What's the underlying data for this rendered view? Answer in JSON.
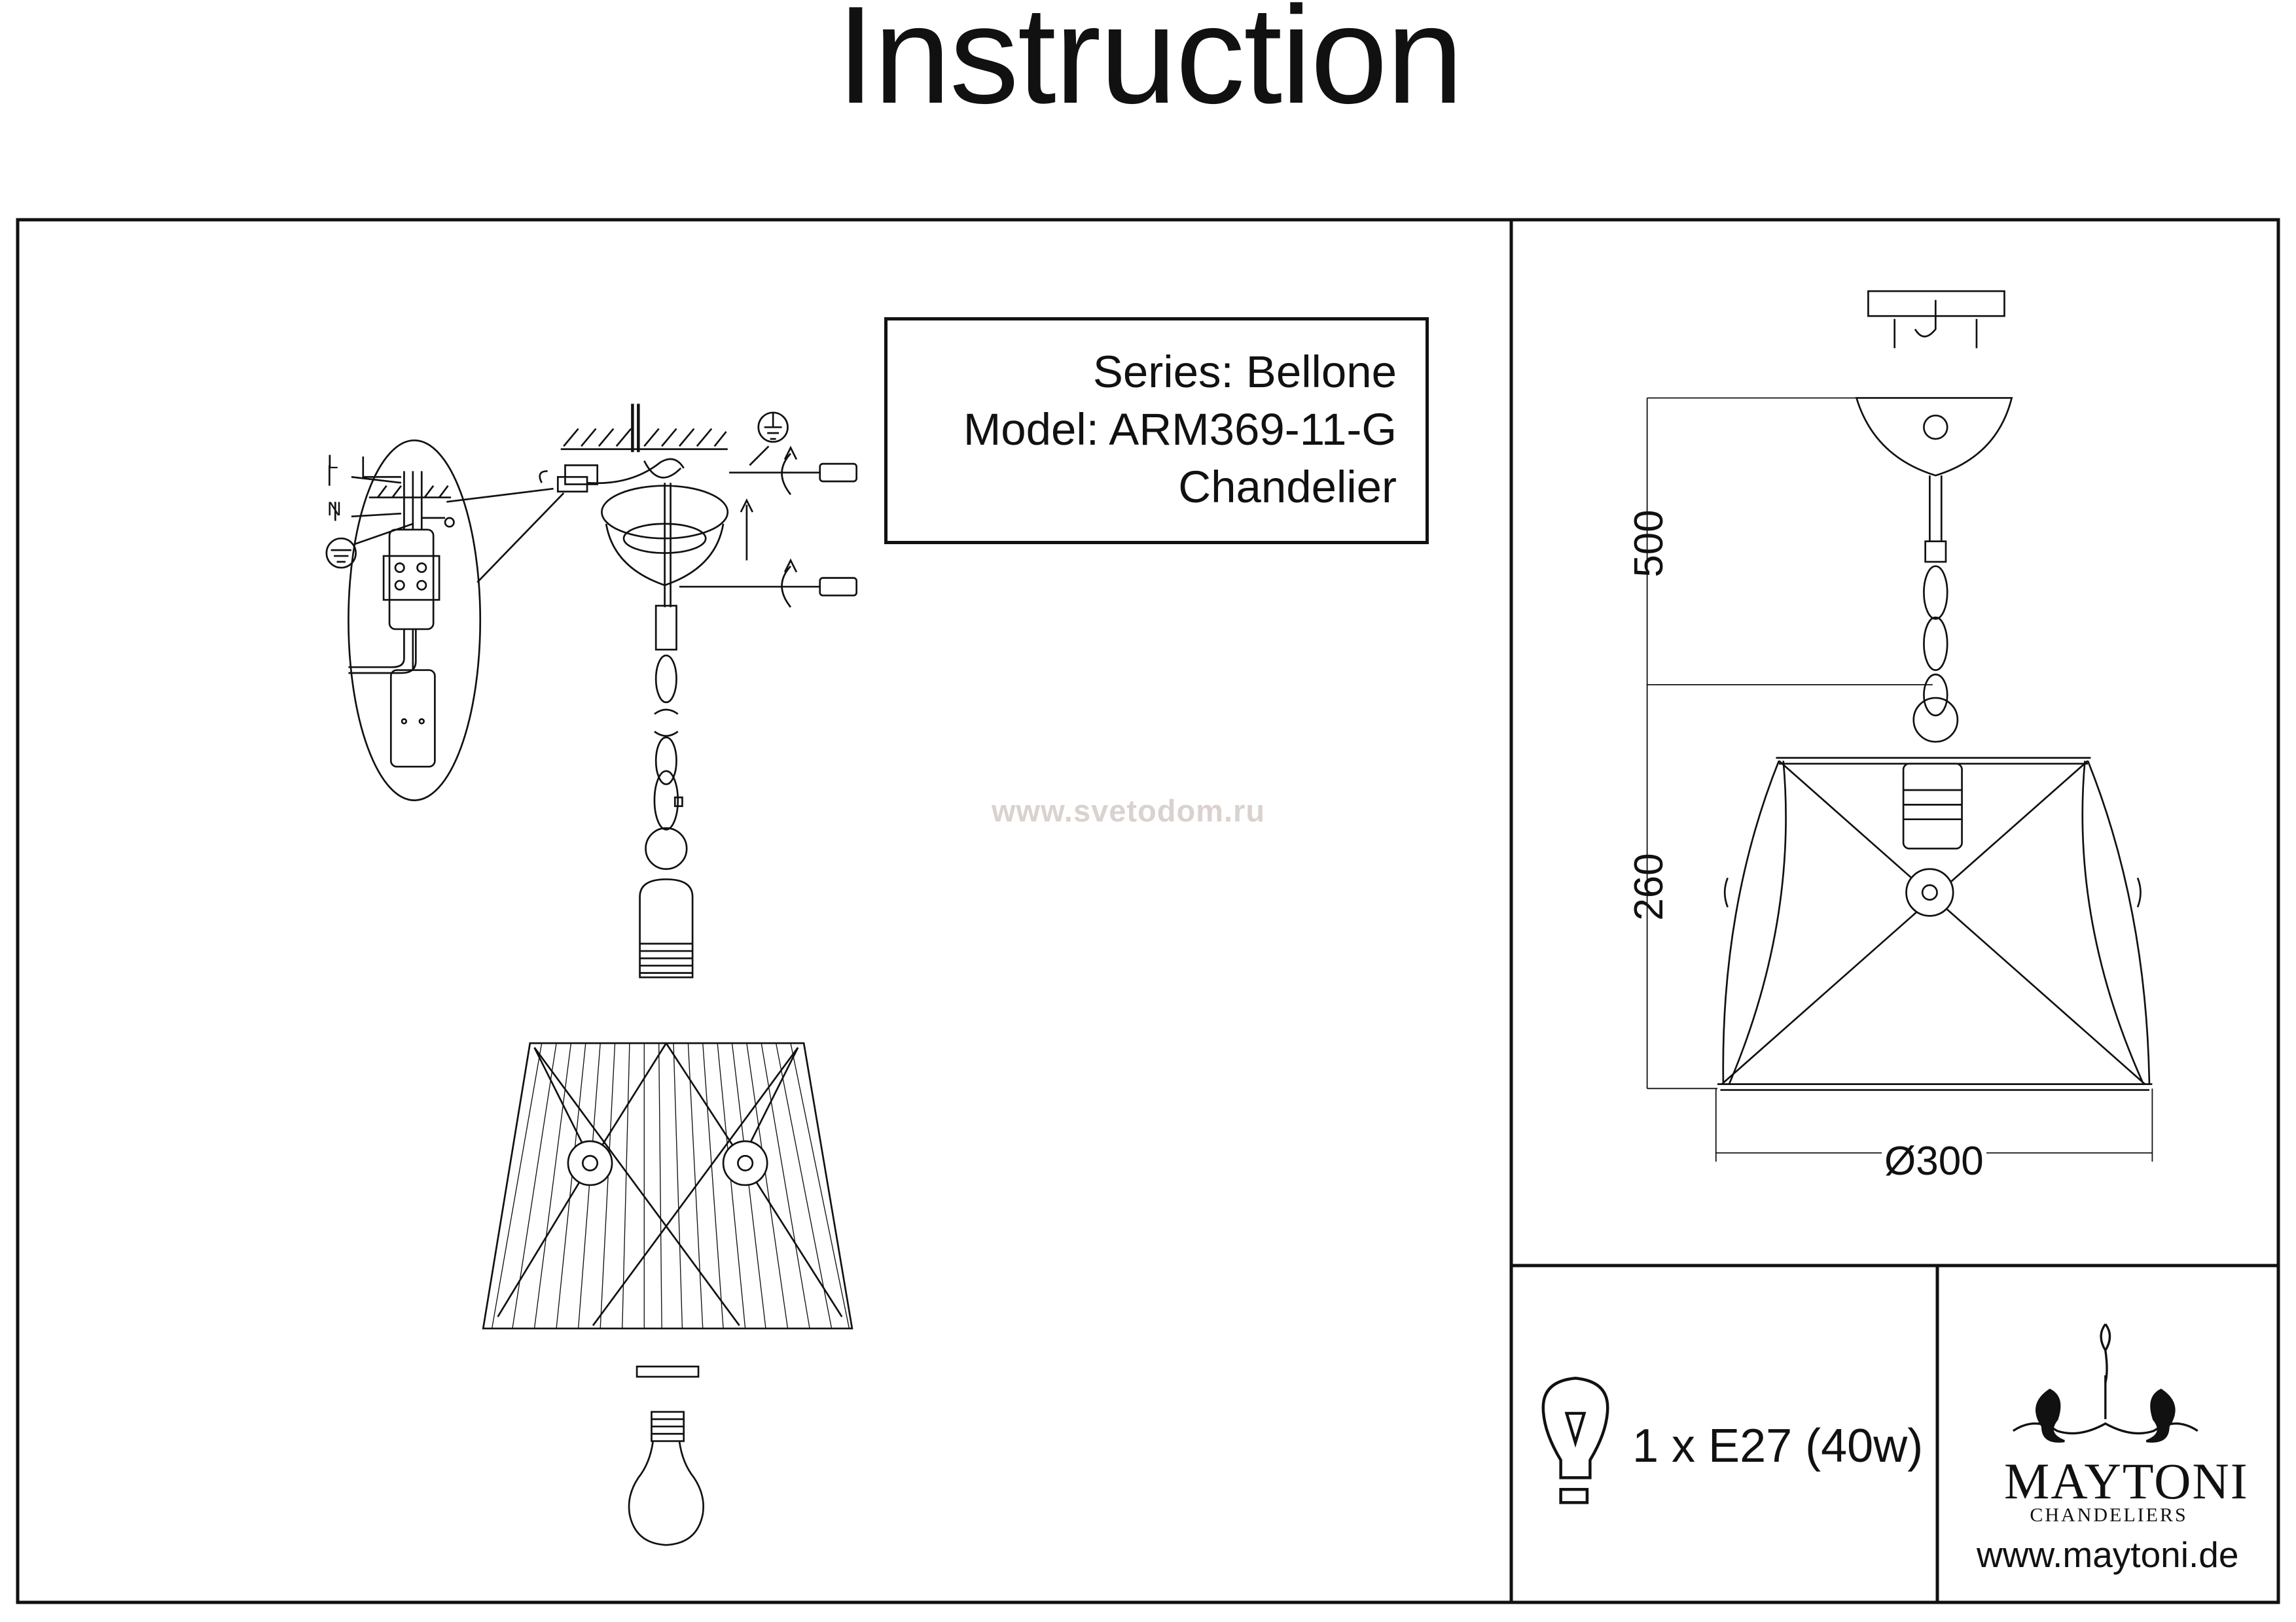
{
  "header": {
    "title": "Instruction"
  },
  "product": {
    "series": "Series: Bellone",
    "model": "Model: ARM369-11-G",
    "type": "Chandelier"
  },
  "watermark": "www.svetodom.ru",
  "wiring": {
    "live_label": "L",
    "neutral_label": "N"
  },
  "dimensions": {
    "chain_length": "500",
    "body_height": "260",
    "diameter": "Ø300"
  },
  "specs": {
    "bulb": "1 x E27 (40w)"
  },
  "brand": {
    "name": "MAYTONI",
    "tagline": "CHANDELIERS",
    "website": "www.maytoni.de"
  }
}
